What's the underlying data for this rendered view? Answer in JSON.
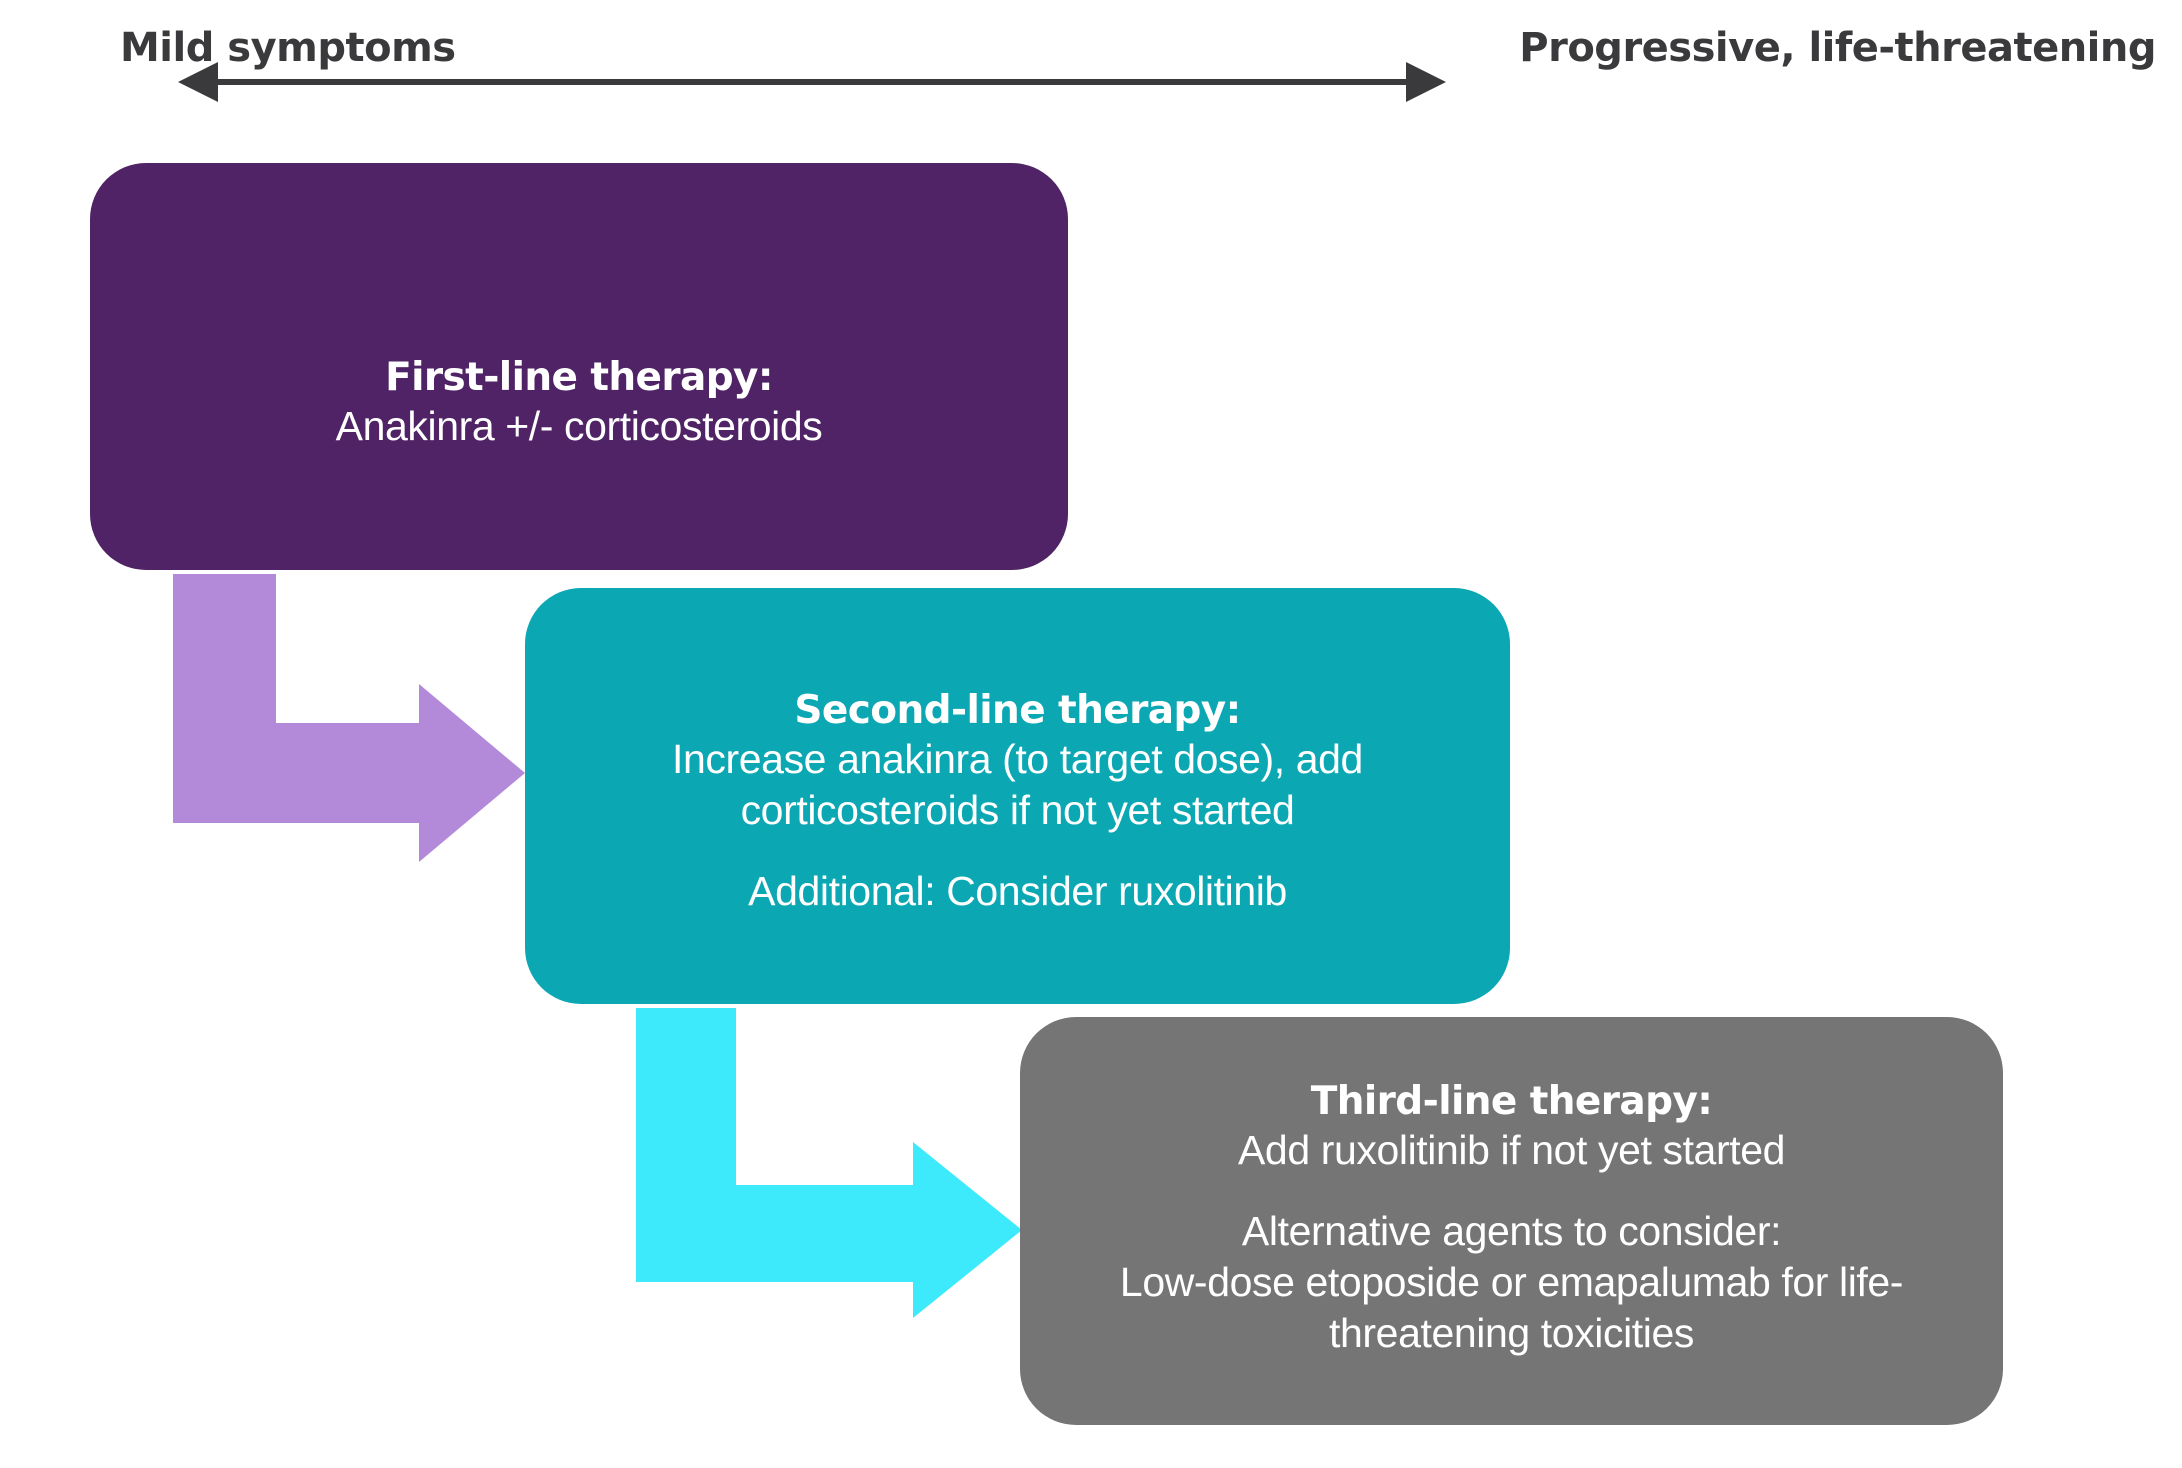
{
  "scale": {
    "left_label": "Mild symptoms",
    "right_label": "Progressive, life-threatening",
    "axis_icon": "double-headed-arrow-icon",
    "label_color": "#3A3A3C"
  },
  "steps": [
    {
      "id": "first-line",
      "heading": "First-line therapy:",
      "paragraphs": [
        [
          "Anakinra +/- corticosteroids"
        ]
      ],
      "color": "#4F2365"
    },
    {
      "id": "second-line",
      "heading": "Second-line therapy:",
      "paragraphs": [
        [
          "Increase anakinra (to target dose), add",
          "corticosteroids if not yet started"
        ],
        [
          "Additional: Consider ruxolitinib"
        ]
      ],
      "color": "#0BA8B4"
    },
    {
      "id": "third-line",
      "heading": "Third-line therapy:",
      "paragraphs": [
        [
          "Add ruxolitinib if not yet started"
        ],
        [
          "Alternative agents to consider:",
          "Low-dose etoposide or emapalumab for life-",
          "threatening toxicities"
        ]
      ],
      "color": "#757575"
    }
  ],
  "connectors": [
    {
      "id": "first-to-second",
      "icon": "elbow-arrow-right-icon",
      "color": "#B389D9",
      "from": "first-line",
      "to": "second-line"
    },
    {
      "id": "second-to-third",
      "icon": "elbow-arrow-right-icon",
      "color": "#3DEAFB",
      "from": "second-line",
      "to": "third-line"
    }
  ],
  "background_color": "#FFFFFF",
  "text_color": "#FFFFFF"
}
